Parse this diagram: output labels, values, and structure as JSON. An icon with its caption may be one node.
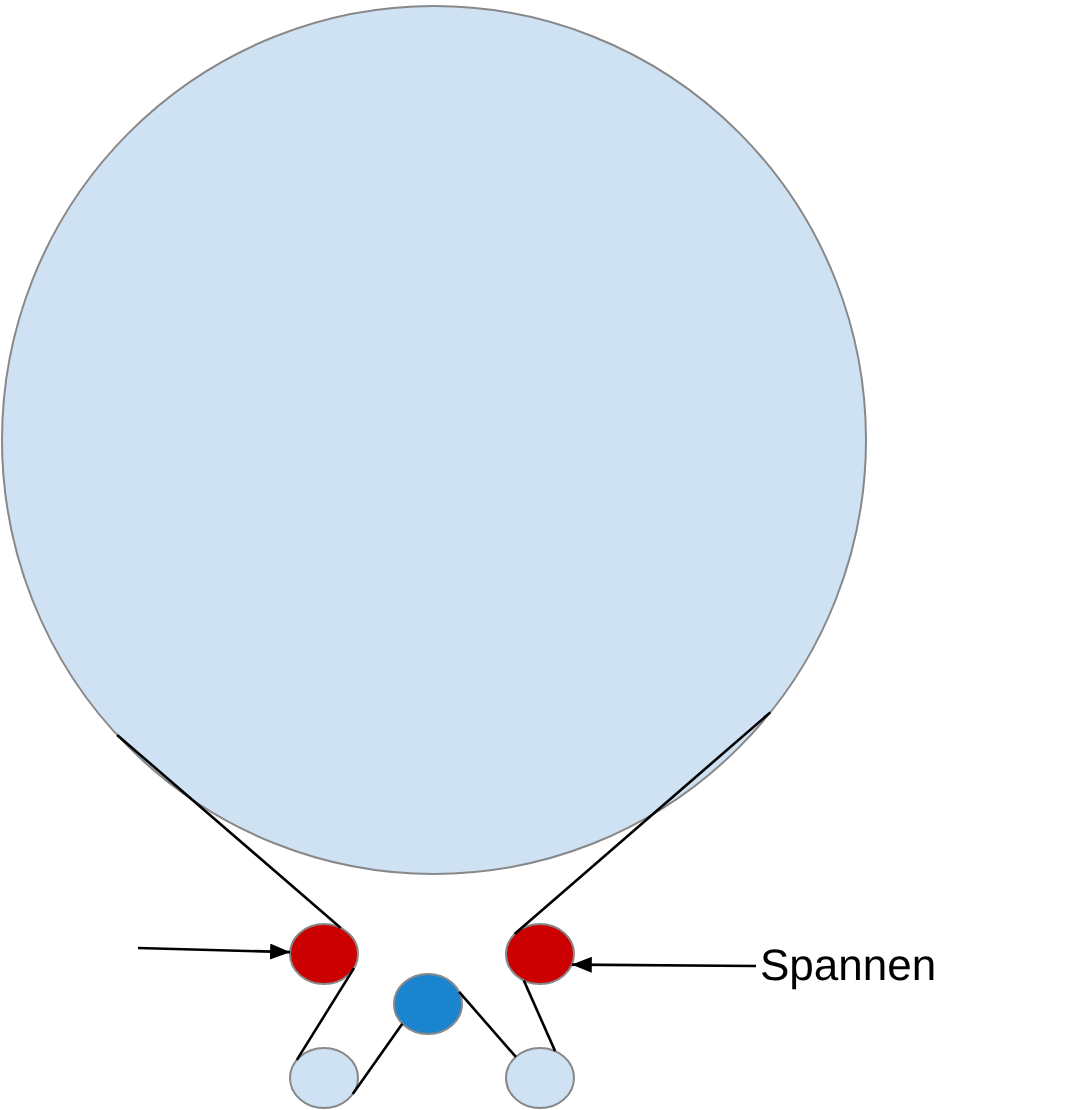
{
  "diagram": {
    "nodes": [
      {
        "text": [],
        "shape": "circle"
      },
      {
        "text": [],
        "shape": "circle"
      },
      {
        "text": [],
        "shape": "circle"
      },
      {
        "text": [],
        "shape": "circle"
      },
      {
        "text": [],
        "shape": "circle"
      },
      {
        "text": [],
        "shape": "circle"
      },
      {
        "text": [
          "Spannen"
        ]
      }
    ],
    "edges": [
      {
        "from": 0,
        "to": 1,
        "arrow": "none"
      },
      {
        "from": 1,
        "to": 4,
        "arrow": "none"
      },
      {
        "from": 4,
        "to": 3,
        "arrow": "none"
      },
      {
        "from": 3,
        "to": 5,
        "arrow": "none"
      },
      {
        "from": 5,
        "to": 2,
        "arrow": "none"
      },
      {
        "from": 2,
        "to": 0,
        "arrow": "none"
      },
      {
        "from": null,
        "to": 1,
        "arrow": "to"
      },
      {
        "from": 6,
        "to": 2,
        "arrow": "to"
      }
    ]
  }
}
